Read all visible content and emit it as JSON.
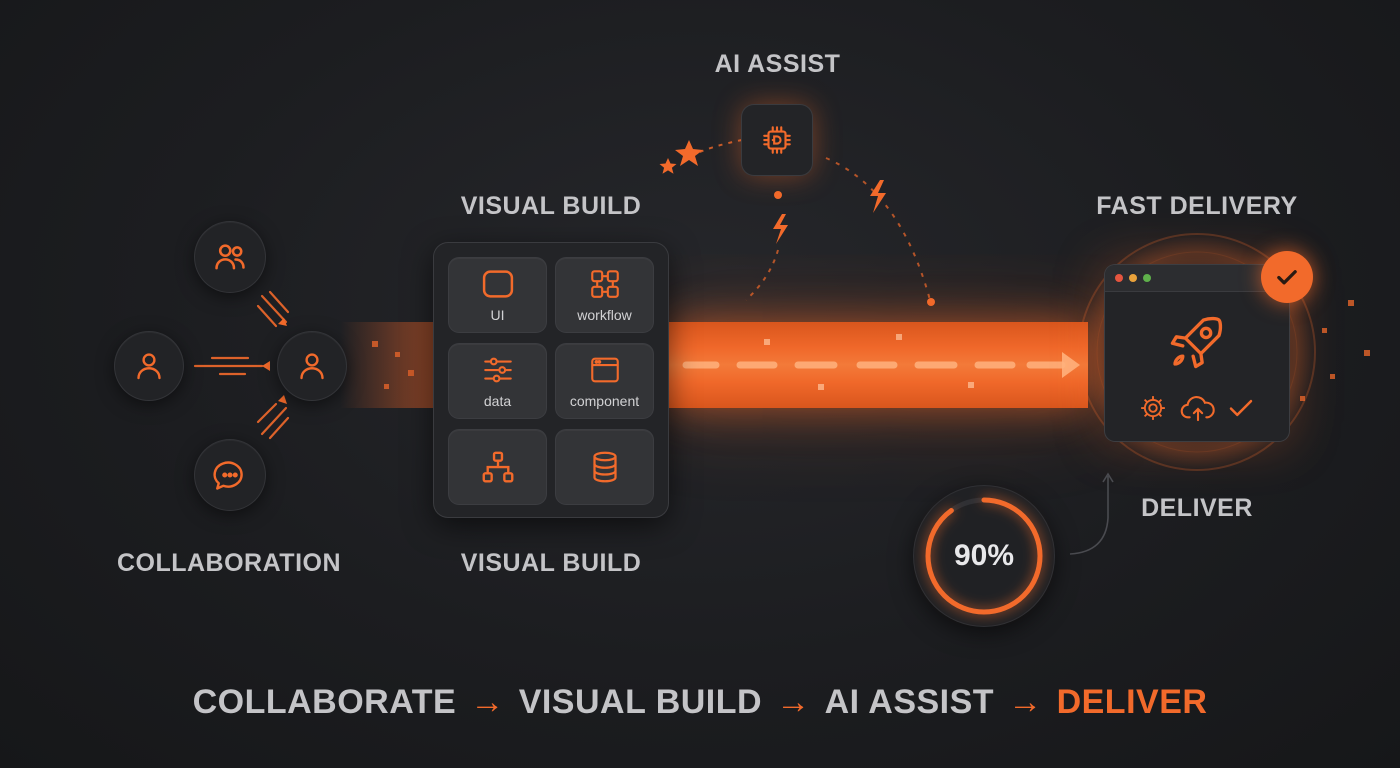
{
  "labels": {
    "ai_assist": "AI ASSIST",
    "visual_build_top": "VISUAL BUILD",
    "fast_delivery": "FAST DELIVERY",
    "collaboration": "COLLABORATION",
    "visual_build_bottom": "VISUAL BUILD",
    "deliver": "DELIVER"
  },
  "tiles": [
    {
      "label": "UI",
      "icon": "ui-frame-icon"
    },
    {
      "label": "workflow",
      "icon": "workflow-icon"
    },
    {
      "label": "data",
      "icon": "data-sliders-icon"
    },
    {
      "label": "component",
      "icon": "component-window-icon"
    },
    {
      "label": "",
      "icon": "hierarchy-icon"
    },
    {
      "label": "",
      "icon": "database-icon"
    }
  ],
  "progress": {
    "value": 0.9,
    "text": "90%"
  },
  "flow": {
    "steps": [
      "COLLABORATE",
      "VISUAL BUILD",
      "AI ASSIST",
      "DELIVER"
    ],
    "arrow": "→"
  },
  "colors": {
    "accent": "#f26a2b",
    "background": "#1c1d20",
    "text": "#c4c4c7",
    "tile": "#333437"
  },
  "icons": {
    "collab_nodes": [
      "user-icon",
      "users-group-icon",
      "user-icon",
      "chat-bubble-icon"
    ],
    "ai": "ai-chip-icon",
    "window": [
      "rocket-icon",
      "gear-icon",
      "cloud-upload-icon",
      "check-icon"
    ],
    "badge": "check-badge-icon"
  }
}
